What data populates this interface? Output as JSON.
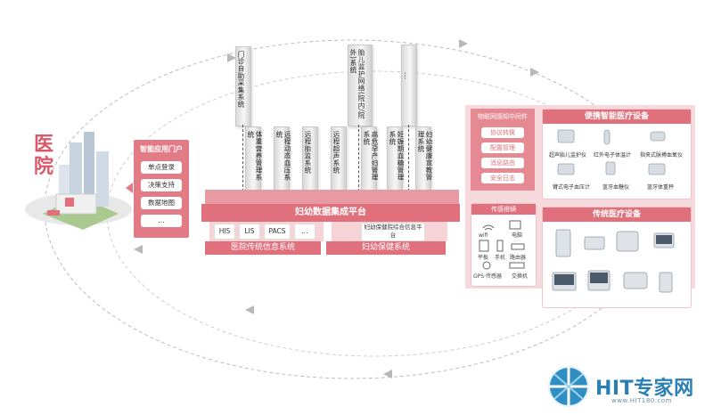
{
  "hospital": {
    "label": "医院"
  },
  "portal": {
    "title": "智能应用门户",
    "items": [
      "单点登录",
      "决策支持",
      "数据地图",
      "..."
    ]
  },
  "top_columns": [
    "门诊自助采集系统",
    "胎儿监护网络(院内/院外)系统",
    "..."
  ],
  "mid_columns": [
    "体重营养管理系统",
    "远程动态血压系统",
    "远程胎监系统",
    "远程超声系统",
    "高危孕产妇管理系统",
    "妊娠期血糖管理系统",
    "妇幼健康宣教管理系统"
  ],
  "platform": {
    "title": "妇幼数据集成平台"
  },
  "legacy": {
    "items": [
      "HIS",
      "LIS",
      "PACS",
      "..."
    ],
    "label": "医院传统信息系统"
  },
  "mch": {
    "item": "妇幼保健院综合信息平台",
    "label": "妇幼保健系统"
  },
  "iot": {
    "title": "物联网感知中间件",
    "items": [
      "协议转换",
      "配置管理",
      "消息路由",
      "安全日志"
    ]
  },
  "transport": {
    "title": "传感搭辆",
    "devices": [
      "wifi",
      "电脑",
      "平板",
      "手机",
      "路由器",
      "GPS·传感器",
      "交换机"
    ]
  },
  "portable": {
    "title": "便携智能医疗设备",
    "devices": [
      "超声胎儿监护仪",
      "红外电子体温计",
      "指夹式脉搏血氧仪",
      "臂式电子血压计",
      "蓝牙血糖仪",
      "蓝牙体重秤"
    ]
  },
  "traditional": {
    "title": "传统医疗设备"
  },
  "logo": {
    "text": "HIT专家网",
    "url": "www.HIT180.com"
  },
  "colors": {
    "accent": "#e0707c",
    "accent_dark": "#c24f5c",
    "panel": "#f6d9dc"
  }
}
